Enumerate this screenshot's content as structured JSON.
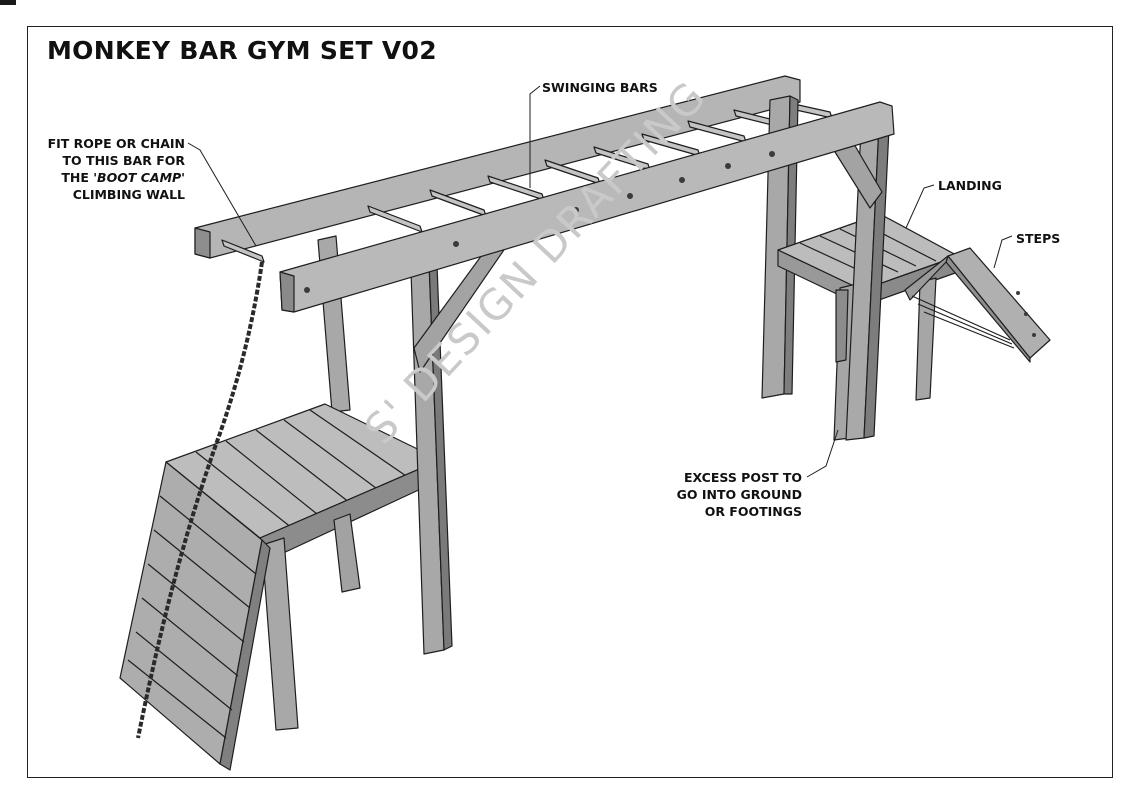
{
  "title": "MONKEY BAR GYM SET V02",
  "labels": {
    "rope": [
      "FIT ROPE OR CHAIN",
      "TO THIS BAR FOR",
      "THE ",
      "CLIMBING WALL"
    ],
    "rope_emphasis": "'BOOT CAMP'",
    "swinging_bars": "SWINGING BARS",
    "landing": "LANDING",
    "steps": "STEPS",
    "excess_post": [
      "EXCESS POST TO",
      "GO INTO GROUND",
      "OR FOOTINGS"
    ]
  },
  "watermark": "S' DESIGN DRAFTING",
  "colors": {
    "wood_light": "#b8b8b8",
    "wood_mid": "#9c9c9c",
    "wood_dark": "#7c7c7c",
    "outline": "#1e1e1e",
    "watermark": "#c9c9c9"
  }
}
